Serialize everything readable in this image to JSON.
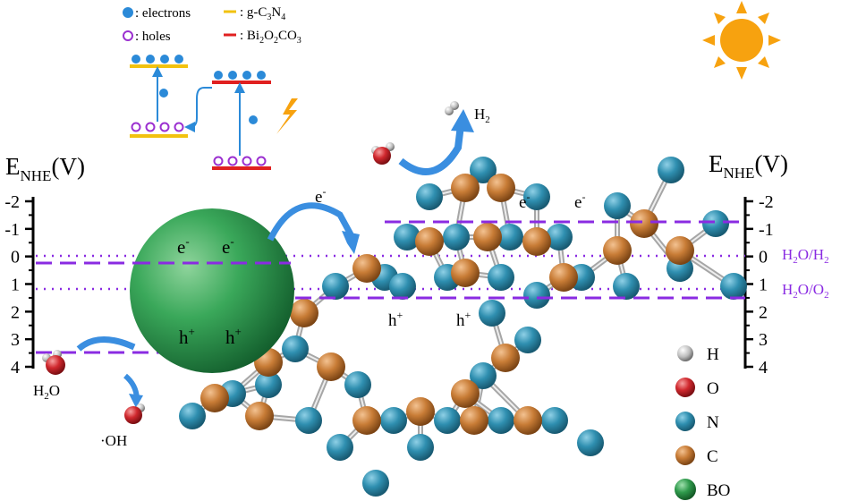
{
  "legend_top": {
    "electrons": ": electrons",
    "holes": ": holes",
    "gcn_prefix": ": g-C",
    "gcn_sub1": "3",
    "gcn_mid": "N",
    "gcn_sub2": "4",
    "bi_prefix": ": Bi",
    "bi_sub1": "2",
    "bi_mid1": "O",
    "bi_sub2": "2",
    "bi_mid2": "CO",
    "bi_sub3": "3"
  },
  "axis_left": {
    "title_main": "E",
    "title_sub": "NHE",
    "title_unit": "(V)",
    "ticks": [
      "-2",
      "-1",
      "0",
      "1",
      "2",
      "3",
      "4"
    ]
  },
  "axis_right": {
    "title_main": "E",
    "title_sub": "NHE",
    "title_unit": "(V)",
    "ticks": [
      "-2",
      "-1",
      "0",
      "1",
      "2",
      "3",
      "4"
    ]
  },
  "redox_labels": {
    "h2_level": "H",
    "h2_level_sub1": "2",
    "h2_level_mid": "O/H",
    "h2_level_sub2": "2",
    "o2_level": "H",
    "o2_level_sub1": "2",
    "o2_level_mid": "O/O",
    "o2_level_sub2": "2"
  },
  "species": {
    "electron": "e",
    "electron_sup": "-",
    "hole": "h",
    "hole_sup": "+",
    "h2": "H",
    "h2_sub": "2",
    "water": "H",
    "water_sub": "2",
    "water_o": "O",
    "hydroxyl": "·OH"
  },
  "atom_legend": [
    {
      "symbol": "H",
      "color": "#bdbdbd"
    },
    {
      "symbol": "O",
      "color": "#d0282e"
    },
    {
      "symbol": "N",
      "color": "#2f8fb0"
    },
    {
      "symbol": "C",
      "color": "#c87c36"
    },
    {
      "symbol": "BO",
      "color": "#2f9a4c"
    }
  ],
  "colors": {
    "electron": "#2b8ad8",
    "hole": "#9b30d0",
    "gcn_band": "#f2c20f",
    "bi_band": "#e02020",
    "dashed": "#8a2be2",
    "arrow": "#3a8ee0",
    "sun": "#f7a20f"
  }
}
